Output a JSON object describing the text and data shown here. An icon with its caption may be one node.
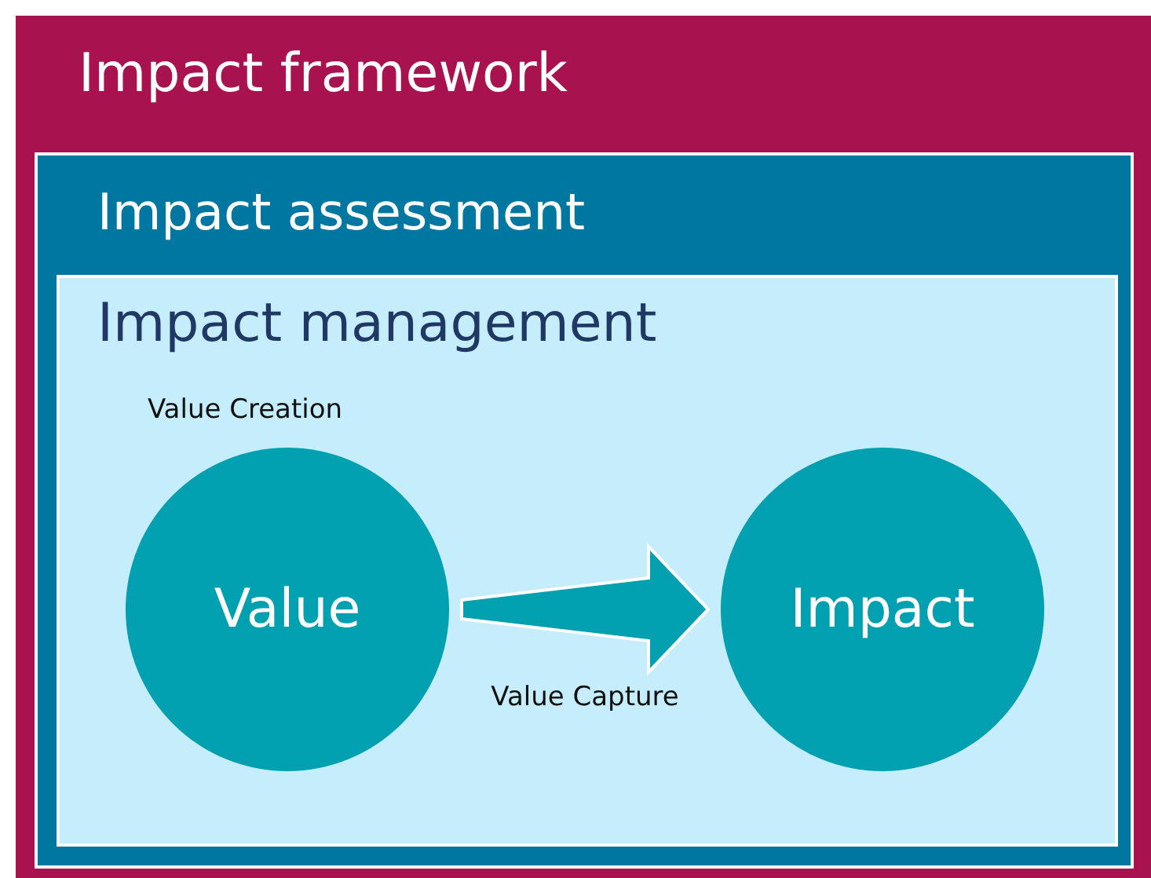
{
  "diagram": {
    "nodes": [
      {
        "text": [
          "Impact framework"
        ]
      },
      {
        "text": [
          "Impact assessment"
        ],
        "in": 0
      },
      {
        "text": [
          "Impact management"
        ],
        "in": 1
      },
      {
        "text": [
          "Value"
        ],
        "in": 2,
        "beside": [
          "Value Creation"
        ]
      },
      {
        "text": [
          "Impact"
        ],
        "in": 2
      }
    ],
    "edges": [
      {
        "from": 3,
        "to": 4,
        "arrow": "to",
        "label": "Value Capture"
      }
    ]
  }
}
